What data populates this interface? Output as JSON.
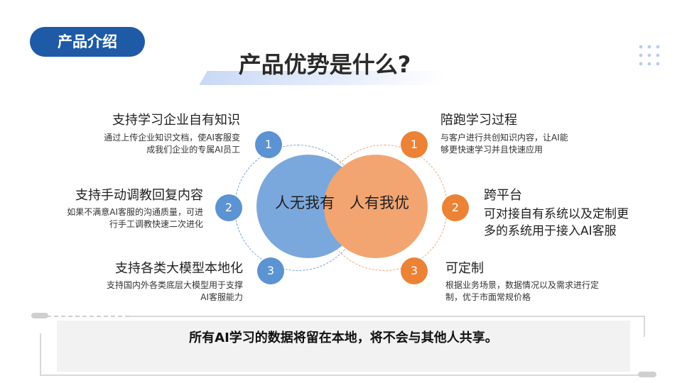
{
  "section_tag": "产品介绍",
  "title": "产品优势是什么?",
  "center": {
    "left": "人无我有",
    "right": "人有我优"
  },
  "left_items": [
    {
      "number": "1",
      "heading": "支持学习企业自有知识",
      "desc_line1": "通过上传企业知识文档，使AI客服变",
      "desc_line2": "成我们企业的专属AI员工"
    },
    {
      "number": "2",
      "heading": "支持手动调教回复内容",
      "desc_line1": "如果不满意AI客服的沟通质量，可进",
      "desc_line2": "行手工调教快速二次进化"
    },
    {
      "number": "3",
      "heading": "支持各类大模型本地化",
      "desc_line1": "支持国内外各类底层大模型用于支撑",
      "desc_line2": "AI客服能力"
    }
  ],
  "right_items": [
    {
      "number": "1",
      "heading": "陪跑学习过程",
      "desc_line1": "与客户进行共创知识内容，让AI能",
      "desc_line2": "够更快速学习并且快速应用"
    },
    {
      "number": "2",
      "heading": "跨平台",
      "desc_line1": "可对接自有系统以及定制更",
      "desc_line2": "多的系统用于接入AI客服"
    },
    {
      "number": "3",
      "heading": "可定制",
      "desc_line1": "根据业务场景，数据情况以及需求进行定",
      "desc_line2": "制，优于市面常规价格"
    }
  ],
  "footer_note": "所有AI学习的数据将留在本地，将不会与其他人共享。",
  "colors": {
    "tag": "#1f5aa6",
    "blue_circle": "#7ba8dc",
    "orange_circle": "#f2a571",
    "blue_badge": "#5b93d3",
    "orange_badge": "#ec8236"
  }
}
